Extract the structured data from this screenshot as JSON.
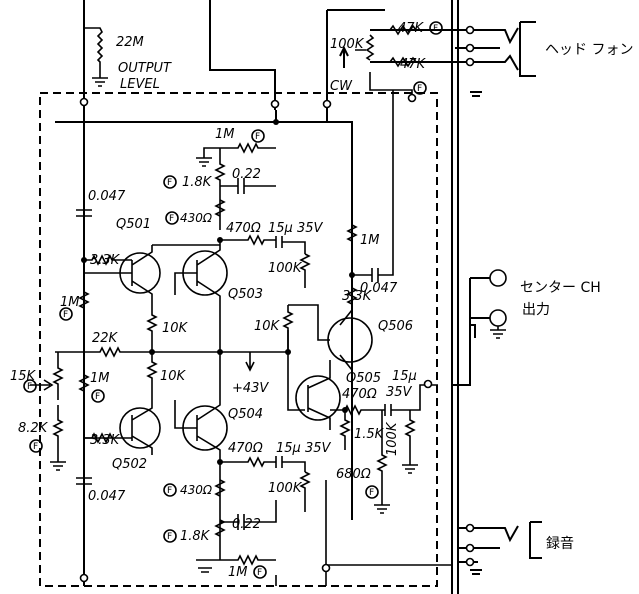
{
  "labels": {
    "r_22M": "22M",
    "output_level": "OUTPUT",
    "output_level2": "LEVEL",
    "r_47K_top": "47K",
    "r_47K_bot": "47K",
    "r_100K_vol": "100K",
    "cw": "CW",
    "headphone": "ヘッド フォン",
    "r_1M_top": "1M",
    "r_1_8K_top": "1.8K",
    "c_022_top": "0.22",
    "c_0047_top": "0.047",
    "q501": "Q501",
    "r_430_top": "430Ω",
    "r_470_top": "470Ω",
    "c_15u_top": "15μ 35V",
    "r_1M_mid": "1M",
    "r_3_3K_a": "3.3K",
    "r_100K_top": "100K",
    "c_0047_mid": "0.047",
    "q503": "Q503",
    "r_3_3K_b": "3.3K",
    "center_ch": "センター CH",
    "center_out": "出力",
    "r_1M_b": "1M",
    "r_10K_a": "10K",
    "r_10K_b": "10K",
    "q506": "Q506",
    "r_22K": "22K",
    "r_15K": "15K",
    "r_1M_c": "1M",
    "r_10K_c": "10K",
    "plus43v": "+43V",
    "q505": "Q505",
    "c_15u_right": "15μ",
    "v_35": "35V",
    "r_470_right": "470Ω",
    "r_8_2K": "8.2K",
    "r_3_3K_c": "3.3K",
    "q504": "Q504",
    "r_1_5K": "1.5K",
    "r_100K_right": "100K",
    "q502": "Q502",
    "r_470_bot": "470Ω",
    "c_15u_bot": "15μ 35V",
    "r_680": "680Ω",
    "r_430_bot": "430Ω",
    "r_100K_bot": "100K",
    "c_0047_bot": "0.047",
    "r_1_8K_bot": "1.8K",
    "c_022_bot": "0.22",
    "r_1M_bot": "1M",
    "recording": "録音",
    "f": "F"
  },
  "colors": {
    "ink": "#000000",
    "paper": "#ffffff"
  }
}
